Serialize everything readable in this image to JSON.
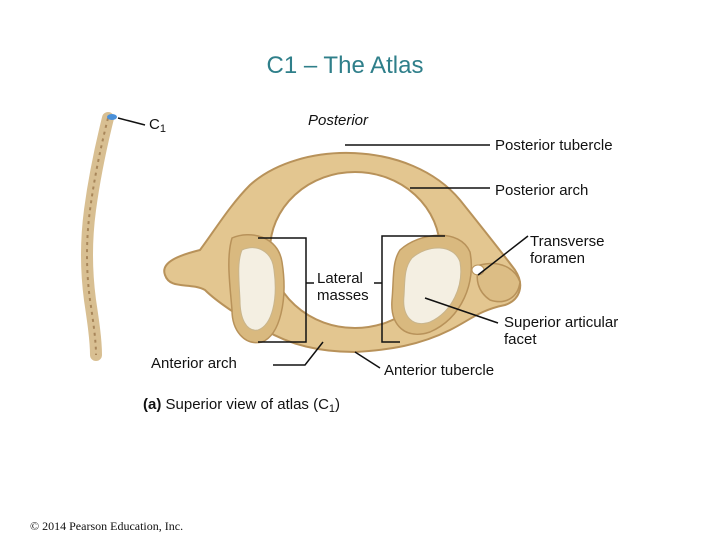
{
  "title": "C1 – The Atlas",
  "labels": {
    "c1_letter": "C",
    "c1_sub": "1",
    "posterior": "Posterior",
    "posterior_tubercle": "Posterior tubercle",
    "posterior_arch": "Posterior arch",
    "transverse_foramen_1": "Transverse",
    "transverse_foramen_2": "foramen",
    "lateral_masses_1": "Lateral",
    "lateral_masses_2": "masses",
    "superior_articular_facet_1": "Superior articular",
    "superior_articular_facet_2": "facet",
    "anterior_arch": "Anterior arch",
    "anterior_tubercle": "Anterior tubercle"
  },
  "caption": {
    "part": "(a)",
    "text": "Superior view of atlas (C",
    "sub": "1",
    "close": ")"
  },
  "copyright": "© 2014 Pearson Education, Inc.",
  "colors": {
    "title": "#2f7f8a",
    "bone": "#e3c690",
    "bone_shadow": "#b8925a",
    "facet": "#f4efe2",
    "spine_highlight": "#4a90d9"
  }
}
